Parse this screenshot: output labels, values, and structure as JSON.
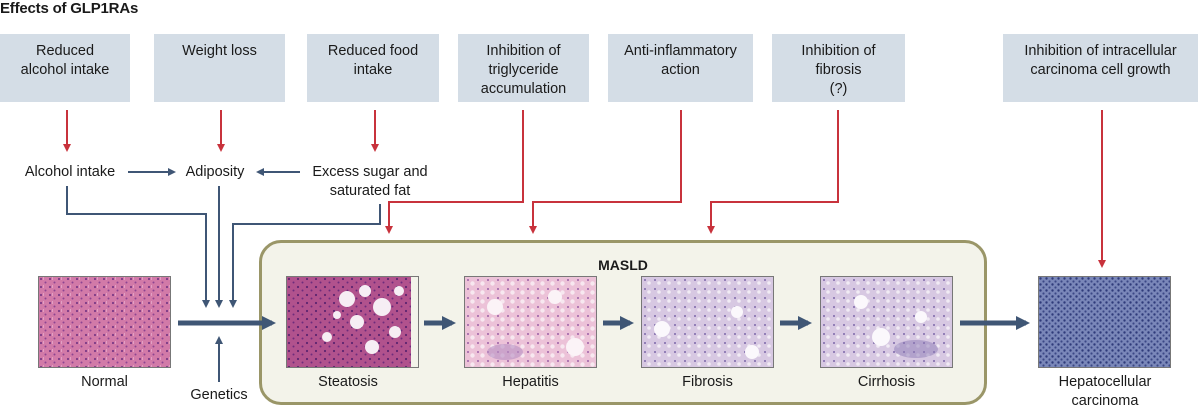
{
  "title": "Effects of GLP1RAs",
  "effects": [
    {
      "id": "reduced-alcohol-intake",
      "label": "Reduced\nalcohol intake"
    },
    {
      "id": "weight-loss",
      "label": "Weight loss"
    },
    {
      "id": "reduced-food-intake",
      "label": "Reduced food\nintake"
    },
    {
      "id": "inhibition-triglyceride",
      "label": "Inhibition of\ntriglyceride\naccumulation"
    },
    {
      "id": "anti-inflammatory",
      "label": "Anti-inflammatory\naction"
    },
    {
      "id": "inhibition-fibrosis",
      "label": "Inhibition of\nfibrosis\n(?)"
    },
    {
      "id": "inhibition-carcinoma",
      "label": "Inhibition of intracellular\ncarcinoma cell growth"
    }
  ],
  "factors": {
    "alcohol_intake": "Alcohol intake",
    "adiposity": "Adiposity",
    "excess_sugar": "Excess sugar and\nsaturated fat",
    "genetics": "Genetics"
  },
  "masld": {
    "title": "MASLD"
  },
  "stages": {
    "normal": "Normal",
    "steatosis": "Steatosis",
    "hepatitis": "Hepatitis",
    "fibrosis": "Fibrosis",
    "cirrhosis": "Cirrhosis",
    "hcc": "Hepatocellular\ncarcinoma"
  },
  "colors": {
    "effect_box": "#d4dde6",
    "red_arrow": "#c8323c",
    "blue_arrow": "#3f5675",
    "masld_border": "#9a9668",
    "masld_fill": "#f3f3ea"
  }
}
